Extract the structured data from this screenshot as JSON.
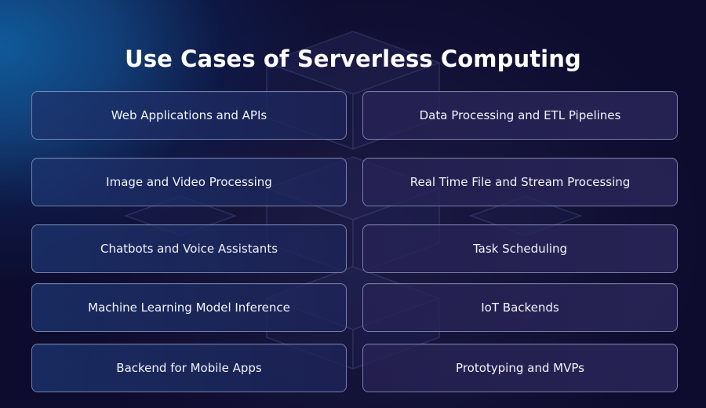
{
  "title": "Use Cases of Serverless Computing",
  "use_cases": [
    "Web Applications and APIs",
    "Data Processing and ETL Pipelines",
    "Image and Video Processing",
    "Real Time File and Stream Processing",
    "Chatbots and Voice Assistants",
    "Task Scheduling",
    "Machine Learning Model Inference",
    "IoT Backends",
    "Backend for Mobile Apps",
    "Prototyping and MVPs"
  ],
  "colors": {
    "background": "#0b0b2a",
    "accent_glow": "#0f5a9a",
    "card_border": "#bec8eb",
    "text": "#ffffff"
  }
}
